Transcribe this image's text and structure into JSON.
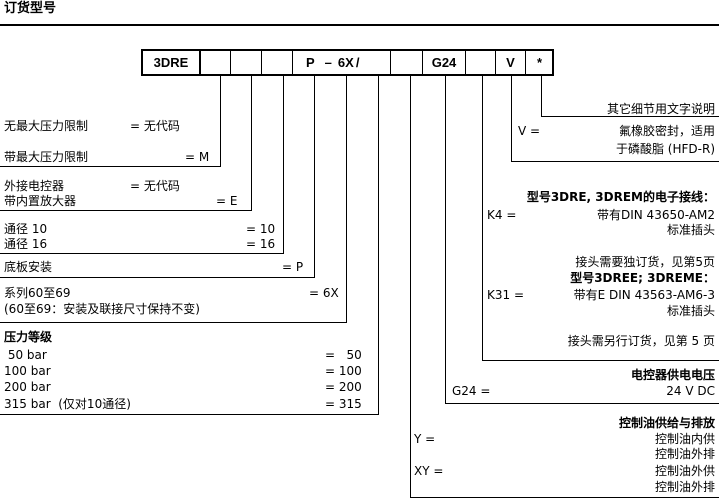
{
  "header": {
    "title": "订货型号"
  },
  "code_boxes": {
    "b1": "3DRE",
    "b5": "P",
    "dash": "–",
    "b6": "6X",
    "slash": "/",
    "b8": "G24",
    "b10": "V",
    "b11": "*"
  },
  "left": {
    "r1_label": "无最大压力限制",
    "r1_code": "= 无代码",
    "r2_label": "带最大压力限制",
    "r2_code": "= M",
    "r3_label": "外接电控器",
    "r3_code": "= 无代码",
    "r4_label": "带内置放大器",
    "r4_code": "= E",
    "r5_label": "通径 10",
    "r5_code": "= 10",
    "r6_label": "通径 16",
    "r6_code": "= 16",
    "r7_label": "底板安装",
    "r7_code": "= P",
    "r8_label": "系列60至69",
    "r8_code": "= 6X",
    "r9_label": "(60至69：安装及联接尺寸保持不变)",
    "pressure_title": "压力等级",
    "p1_label": " 50 bar",
    "p1_code": "=   50",
    "p2_label": "100 bar",
    "p2_code": "= 100",
    "p3_label": "200 bar",
    "p3_code": "= 200",
    "p4_label": "315 bar  (仅对10通径)",
    "p4_code": "= 315"
  },
  "right": {
    "other_text": "其它细节用文字说明",
    "v_code": "V =",
    "v_line1": "氟橡胶密封，适用",
    "v_line2": "于磷酸脂 (HFD-R)",
    "plug_title": "型号3DRE, 3DREM的电子接线：",
    "k4_code": "K4 =",
    "k4_line1": "带有DIN 43650-AM2",
    "k4_line2": "标准插头",
    "k31_note": "接头需要独订货，见第5页",
    "k31_title": "型号3DREE; 3DREME：",
    "k31_code": "K31 =",
    "k31_line1": "带有E DIN 43563-AM6-3",
    "k31_line2": "标准插头",
    "sep_note": "接头需另行订货，见第 5 页",
    "voltage_title": "电控器供电电压",
    "g24_code": "G24 =",
    "g24_val": "24 V DC",
    "oil_title": "控制油供给与排放",
    "y_code": "Y =",
    "y_line1": "控制油内供",
    "y_line2": "控制油外排",
    "xy_code": "XY =",
    "xy_line1": "控制油外供",
    "xy_line2": "控制油外排"
  }
}
